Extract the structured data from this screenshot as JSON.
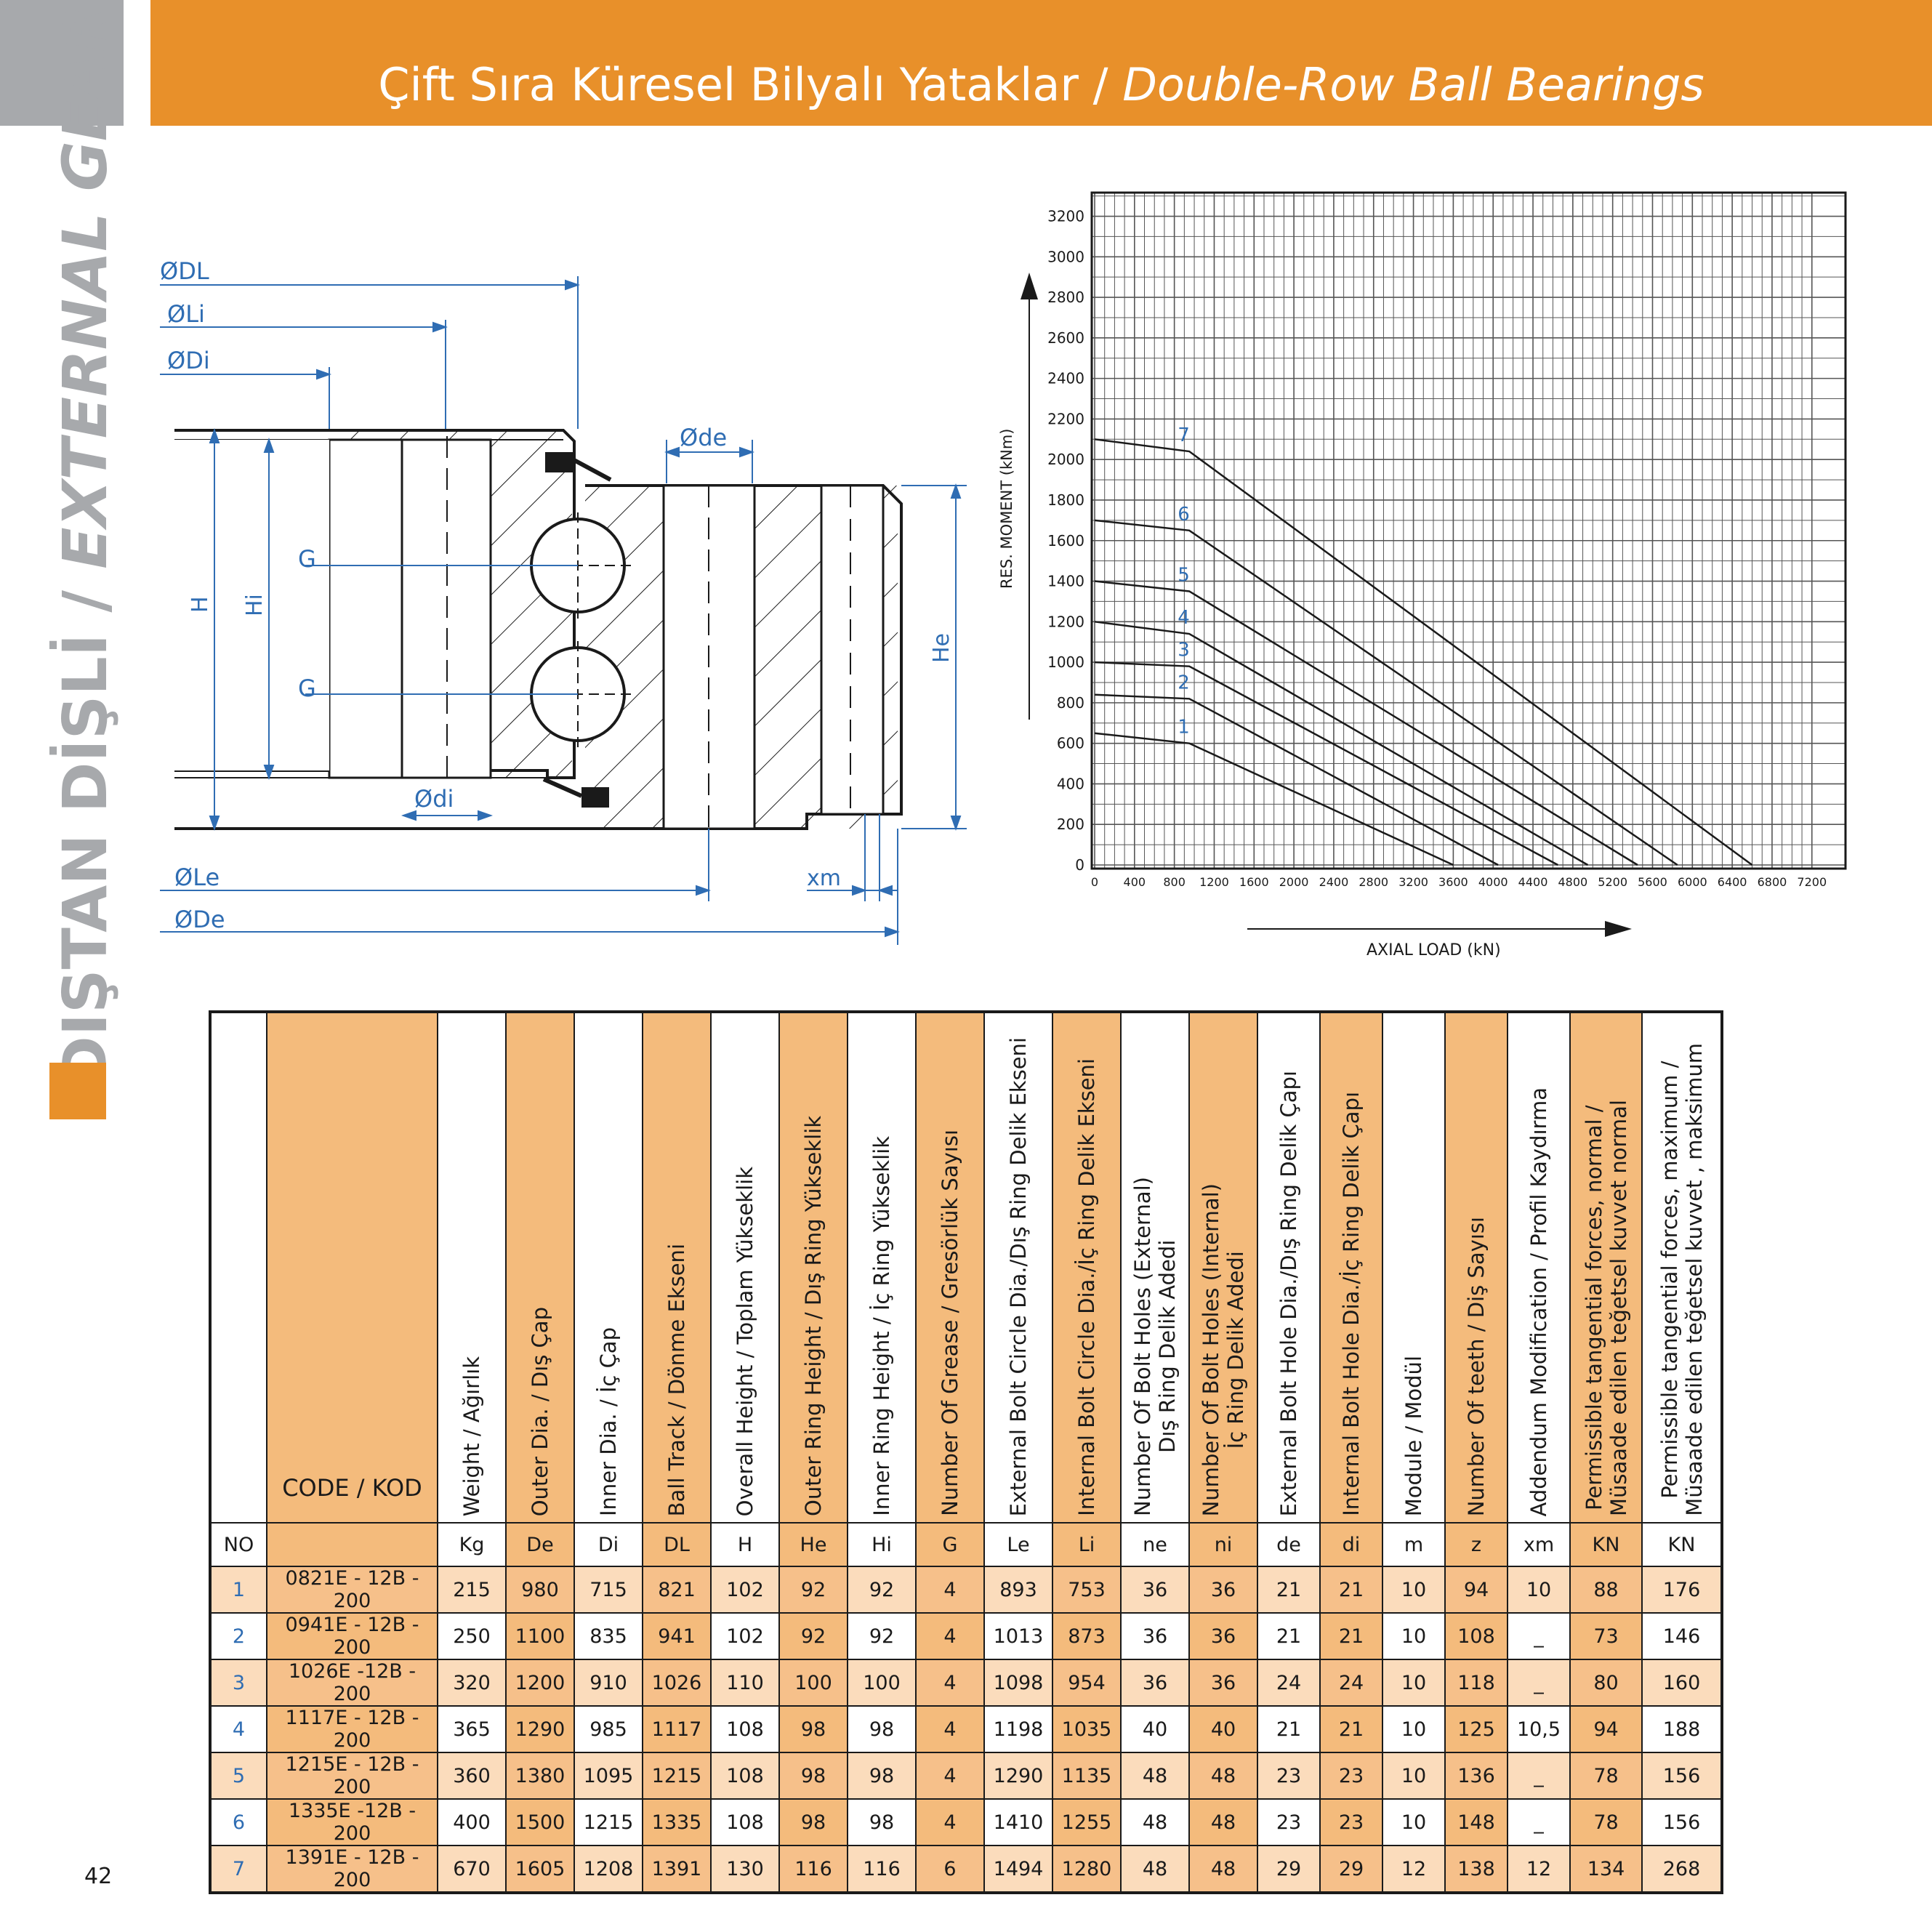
{
  "header": {
    "title_tr": "Çift Sıra Küresel Bilyalı Yataklar",
    "separator": " / ",
    "title_en": "Double-Row Ball Bearings"
  },
  "side": {
    "text_tr": "DIŞTAN DİŞLİ",
    "separator": " / ",
    "text_en": "EXTERNAL GEAR"
  },
  "page_number": "42",
  "diagram": {
    "labels": {
      "DL": "DL",
      "Li": "Li",
      "Di": "Di",
      "de": "de",
      "di": "di",
      "Le": "Le",
      "De": "De",
      "xm": "xm",
      "H": "H",
      "Hi": "Hi",
      "He": "He",
      "G": "G"
    },
    "diameter_symbol": "Ø",
    "colors": {
      "dimension": "#2f6db3",
      "outline": "#1a1a1a"
    }
  },
  "chart_data": {
    "type": "line",
    "ylabel": "RES. MOMENT (kNm)",
    "xlabel": "AXIAL LOAD (kN)",
    "xlim": [
      0,
      7400
    ],
    "ylim": [
      0,
      3300
    ],
    "x_ticks": [
      0,
      400,
      800,
      1200,
      1600,
      2000,
      2400,
      2800,
      3200,
      3600,
      4000,
      4400,
      4800,
      5200,
      5600,
      6000,
      6400,
      6800,
      7200
    ],
    "y_ticks": [
      0,
      200,
      400,
      600,
      800,
      1000,
      1200,
      1400,
      1600,
      1800,
      2000,
      2200,
      2400,
      2600,
      2800,
      3000,
      3200
    ],
    "grid": true,
    "series": [
      {
        "name": "1",
        "x": [
          0,
          950,
          3600
        ],
        "y": [
          650,
          600,
          0
        ]
      },
      {
        "name": "2",
        "x": [
          0,
          950,
          4050
        ],
        "y": [
          840,
          820,
          0
        ]
      },
      {
        "name": "3",
        "x": [
          0,
          950,
          4650
        ],
        "y": [
          1000,
          980,
          0
        ]
      },
      {
        "name": "4",
        "x": [
          0,
          950,
          4950
        ],
        "y": [
          1200,
          1140,
          0
        ]
      },
      {
        "name": "5",
        "x": [
          0,
          950,
          5450
        ],
        "y": [
          1400,
          1350,
          0
        ]
      },
      {
        "name": "6",
        "x": [
          0,
          950,
          5850
        ],
        "y": [
          1700,
          1650,
          0
        ]
      },
      {
        "name": "7",
        "x": [
          0,
          950,
          6600
        ],
        "y": [
          2100,
          2040,
          0
        ]
      }
    ]
  },
  "table": {
    "headers": [
      {
        "text": "",
        "sym": "NO"
      },
      {
        "text": "CODE / KOD",
        "sym": ""
      },
      {
        "text": "Weight / Ağırlık",
        "sym": "Kg"
      },
      {
        "text": "Outer Dia. / Dış Çap",
        "sym": "De"
      },
      {
        "text": "Inner Dia. / İç Çap",
        "sym": "Di"
      },
      {
        "text": "Ball Track / Dönme Ekseni",
        "sym": "DL"
      },
      {
        "text": "Overall Height / Toplam Yükseklik",
        "sym": "H"
      },
      {
        "text": "Outer Ring Height / Dış Ring Yükseklik",
        "sym": "He"
      },
      {
        "text": "Inner Ring Height / İç Ring Yükseklik",
        "sym": "Hi"
      },
      {
        "text": "Number Of Grease / Gresörlük Sayısı",
        "sym": "G"
      },
      {
        "text": "External Bolt Circle Dia./Dış Ring Delik Ekseni",
        "sym": "Le"
      },
      {
        "text": "Internal Bolt Circle Dia./İç Ring Delik Ekseni",
        "sym": "Li"
      },
      {
        "text": "Number Of Bolt Holes (External)",
        "text2": "Dış Ring Delik Adedi",
        "sym": "ne"
      },
      {
        "text": "Number Of Bolt Holes (Internal)",
        "text2": "İç Ring Delik Adedi",
        "sym": "ni"
      },
      {
        "text": "External Bolt Hole Dia./Dış Ring Delik Çapı",
        "sym": "de"
      },
      {
        "text": "Internal Bolt Hole Dia./İç Ring Delik Çapı",
        "sym": "di"
      },
      {
        "text": "Module / Modül",
        "sym": "m"
      },
      {
        "text": "Number Of teeth / Diş Sayısı",
        "sym": "z"
      },
      {
        "text": "Addendum Modification / Profil Kaydırma",
        "sym": "xm"
      },
      {
        "text": "Permissible tangential forces, normal /",
        "text2": "Müsaade edilen teğetsel kuvvet normal",
        "sym": "KN"
      },
      {
        "text": "Permissible tangential forces, maximum /",
        "text2": "Müsaade edilen teğetsel kuvvet , maksimum",
        "sym": "KN"
      }
    ],
    "rows": [
      [
        "1",
        "0821E - 12B - 200",
        "215",
        "980",
        "715",
        "821",
        "102",
        "92",
        "92",
        "4",
        "893",
        "753",
        "36",
        "36",
        "21",
        "21",
        "10",
        "94",
        "10",
        "88",
        "176"
      ],
      [
        "2",
        "0941E - 12B - 200",
        "250",
        "1100",
        "835",
        "941",
        "102",
        "92",
        "92",
        "4",
        "1013",
        "873",
        "36",
        "36",
        "21",
        "21",
        "10",
        "108",
        "_",
        "73",
        "146"
      ],
      [
        "3",
        "1026E -12B - 200",
        "320",
        "1200",
        "910",
        "1026",
        "110",
        "100",
        "100",
        "4",
        "1098",
        "954",
        "36",
        "36",
        "24",
        "24",
        "10",
        "118",
        "_",
        "80",
        "160"
      ],
      [
        "4",
        "1117E - 12B - 200",
        "365",
        "1290",
        "985",
        "1117",
        "108",
        "98",
        "98",
        "4",
        "1198",
        "1035",
        "40",
        "40",
        "21",
        "21",
        "10",
        "125",
        "10,5",
        "94",
        "188"
      ],
      [
        "5",
        "1215E - 12B - 200",
        "360",
        "1380",
        "1095",
        "1215",
        "108",
        "98",
        "98",
        "4",
        "1290",
        "1135",
        "48",
        "48",
        "23",
        "23",
        "10",
        "136",
        "_",
        "78",
        "156"
      ],
      [
        "6",
        "1335E -12B - 200",
        "400",
        "1500",
        "1215",
        "1335",
        "108",
        "98",
        "98",
        "4",
        "1410",
        "1255",
        "48",
        "48",
        "23",
        "23",
        "10",
        "148",
        "_",
        "78",
        "156"
      ],
      [
        "7",
        "1391E - 12B - 200",
        "670",
        "1605",
        "1208",
        "1391",
        "130",
        "116",
        "116",
        "6",
        "1494",
        "1280",
        "48",
        "48",
        "29",
        "29",
        "12",
        "138",
        "12",
        "134",
        "268"
      ]
    ],
    "highlight_columns": [
      1,
      3,
      5,
      7,
      9,
      11,
      13,
      15,
      17,
      19
    ],
    "colors": {
      "header_highlight": "#f4bb7c",
      "row_odd": "#fbdcbc",
      "row_even": "#ffffff",
      "number": "#2f6db3"
    }
  }
}
